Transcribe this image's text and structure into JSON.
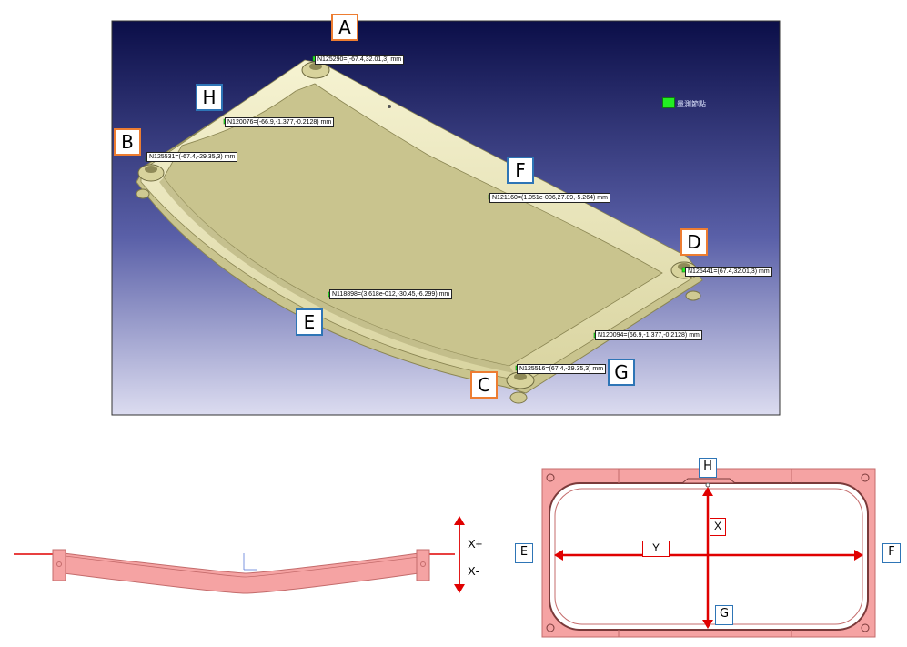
{
  "colors": {
    "viewport_top": "#0b0e48",
    "viewport_bottom": "#dcdcf0",
    "frame_fill": "#f3f0c6",
    "frame_shade": "#c9c48e",
    "pink_fill": "#f5a3a3",
    "pink_stroke": "#c46b6b",
    "axis_red": "#e00000",
    "orange_border": "#ed7d31",
    "blue_border": "#2e75b6",
    "node_green": "#22ee22"
  },
  "legend": {
    "text": "量測節點",
    "icon": "green-square-icon"
  },
  "points": [
    {
      "letter": "A",
      "annotation": "N125290=(-67.4,32.01,3) mm"
    },
    {
      "letter": "B",
      "annotation": "N125531=(-67.4,-29.35,3) mm"
    },
    {
      "letter": "C",
      "annotation": "N125516=(67.4,-29.35,3) mm"
    },
    {
      "letter": "D",
      "annotation": "N125441=(67.4,32.01,3) mm"
    },
    {
      "letter": "E",
      "annotation": "N118898=(3.618e-012,-30.45,-6.299) mm"
    },
    {
      "letter": "F",
      "annotation": "N121160=(1.051e-006,27.89,-5.264) mm"
    },
    {
      "letter": "G",
      "annotation": "N120094=(66.9,-1.377,-0.2128) mm"
    },
    {
      "letter": "H",
      "annotation": "N120076=(-66.9,-1.377,-0.2128) mm"
    }
  ],
  "side_view": {
    "x_plus": "X+",
    "x_minus": "X-"
  },
  "top_view": {
    "labels": {
      "h": "H",
      "e": "E",
      "f": "F",
      "g": "G"
    },
    "axis_x": "X",
    "axis_y": "Y"
  }
}
